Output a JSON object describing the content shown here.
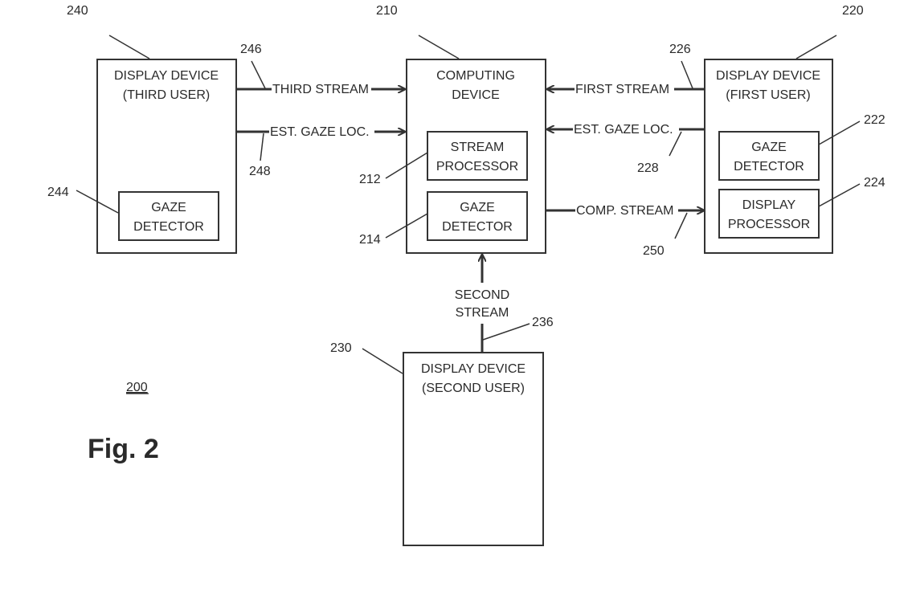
{
  "figure": {
    "label": "Fig. 2",
    "ref": "200"
  },
  "computing_device": {
    "ref": "210",
    "title_line1": "COMPUTING",
    "title_line2": "DEVICE",
    "stream_processor": {
      "ref": "212",
      "line1": "STREAM",
      "line2": "PROCESSOR"
    },
    "gaze_detector": {
      "ref": "214",
      "line1": "GAZE",
      "line2": "DETECTOR"
    }
  },
  "first_device": {
    "ref": "220",
    "title_line1": "DISPLAY DEVICE",
    "title_line2": "(FIRST USER)",
    "gaze_detector": {
      "ref": "222",
      "line1": "GAZE",
      "line2": "DETECTOR"
    },
    "display_processor": {
      "ref": "224",
      "line1": "DISPLAY",
      "line2": "PROCESSOR"
    }
  },
  "second_device": {
    "ref": "230",
    "title_line1": "DISPLAY DEVICE",
    "title_line2": "(SECOND USER)"
  },
  "third_device": {
    "ref": "240",
    "title_line1": "DISPLAY DEVICE",
    "title_line2": "(THIRD USER)",
    "gaze_detector": {
      "ref": "244",
      "line1": "GAZE",
      "line2": "DETECTOR"
    }
  },
  "connections": {
    "first_stream": {
      "ref": "226",
      "label": "FIRST STREAM"
    },
    "first_gaze": {
      "ref": "228",
      "label": "EST. GAZE LOC."
    },
    "comp_stream": {
      "ref": "250",
      "label": "COMP. STREAM"
    },
    "second_stream": {
      "ref": "236",
      "line1": "SECOND",
      "line2": "STREAM"
    },
    "third_stream": {
      "ref": "246",
      "label": "THIRD STREAM"
    },
    "third_gaze": {
      "ref": "248",
      "label": "EST. GAZE LOC."
    }
  }
}
